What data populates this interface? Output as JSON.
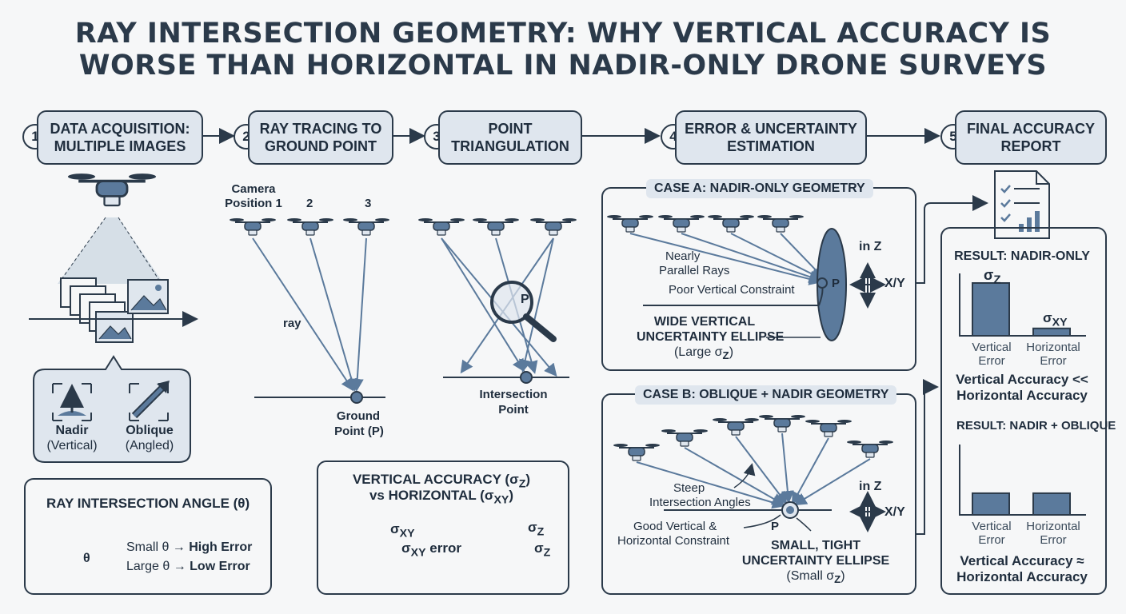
{
  "title": {
    "line1": "RAY INTERSECTION GEOMETRY: WHY VERTICAL ACCURACY IS",
    "line2": "WORSE THAN HORIZONTAL IN NADIR-ONLY DRONE SURVEYS"
  },
  "steps": [
    {
      "num": "1",
      "line1": "DATA ACQUISITION:",
      "line2": "MULTIPLE IMAGES"
    },
    {
      "num": "2",
      "line1": "RAY TRACING TO",
      "line2": "GROUND POINT"
    },
    {
      "num": "3",
      "line1": "POINT",
      "line2": "TRIANGULATION"
    },
    {
      "num": "4",
      "line1": "ERROR & UNCERTAINTY",
      "line2": "ESTIMATION"
    },
    {
      "num": "5",
      "line1": "FINAL ACCURACY",
      "line2": "REPORT"
    }
  ],
  "acquisition": {
    "nadir": "Nadir",
    "nadir_sub": "(Vertical)",
    "oblique": "Oblique",
    "oblique_sub": "(Angled)"
  },
  "angle_box": {
    "title": "RAY INTERSECTION ANGLE (θ)",
    "theta": "θ",
    "small_prefix": "Small θ → ",
    "small_result": "High Error",
    "large_prefix": "Large θ → ",
    "large_result": "Low Error"
  },
  "ray_tracing": {
    "camera_label": "Camera",
    "pos1": "Position 1",
    "pos2": "2",
    "pos3": "3",
    "ray": "ray",
    "ground_line1": "Ground",
    "ground_line2": "Point (P)"
  },
  "triangulation": {
    "p": "P",
    "intersection_line1": "Intersection",
    "intersection_line2": "Point"
  },
  "accuracy_box": {
    "title_line1": "VERTICAL ACCURACY (σ",
    "title_sub1": "Z",
    "title_end1": ")",
    "title_line2": "vs HORIZONTAL (σ",
    "title_sub2": "XY",
    "title_end2": ")",
    "sigma": "σ",
    "xy": "XY",
    "z": "Z",
    "error": "error"
  },
  "case_a": {
    "tag": "CASE A: NADIR-ONLY GEOMETRY",
    "nearly": "Nearly",
    "parallel": "Parallel Rays",
    "poor": "Poor Vertical Constraint",
    "wide1": "WIDE VERTICAL",
    "wide2": "UNCERTAINTY ELLIPSE",
    "large": "(Large σ",
    "large_sub": "Z",
    "large_end": ")",
    "p": "P",
    "inz": "in Z",
    "xy": "X/Y"
  },
  "case_b": {
    "tag": "CASE B: OBLIQUE + NADIR GEOMETRY",
    "steep": "Steep",
    "steep2": "Intersection Angles",
    "good": "Good Vertical &",
    "good2": "Horizontal Constraint",
    "small1": "SMALL, TIGHT",
    "small2": "UNCERTAINTY ELLIPSE",
    "small": "(Small σ",
    "small_sub": "Z",
    "small_end": ")",
    "p": "P",
    "inz": "in Z",
    "xy": "X/Y"
  },
  "report": {
    "result_nadir": "RESULT: NADIR-ONLY",
    "sigma_z": "σ",
    "sigma_z_sub": "Z",
    "sigma_xy": "σ",
    "sigma_xy_sub": "XY",
    "vertical": "Vertical",
    "horizontal": "Horizontal",
    "error": "Error",
    "conclusion_a1": "Vertical Accuracy <<",
    "conclusion_a2": "Horizontal Accuracy",
    "result_oblique": "RESULT: NADIR + OBLIQUE",
    "conclusion_b1": "Vertical Accuracy ≈",
    "conclusion_b2": "Horizontal Accuracy"
  },
  "chart_data": [
    {
      "type": "bar",
      "title": "RESULT: NADIR-ONLY",
      "categories": [
        "Vertical Error",
        "Horizontal Error"
      ],
      "values": [
        1.0,
        0.14
      ],
      "data_labels": [
        "σZ",
        "σXY"
      ]
    },
    {
      "type": "bar",
      "title": "RESULT: NADIR + OBLIQUE",
      "categories": [
        "Vertical Error",
        "Horizontal Error"
      ],
      "values": [
        0.33,
        0.33
      ]
    }
  ],
  "colors": {
    "dark": "#2b3a4a",
    "fill": "#dfe6ee",
    "accent": "#5b7a9c",
    "bg": "#f6f7f8"
  }
}
